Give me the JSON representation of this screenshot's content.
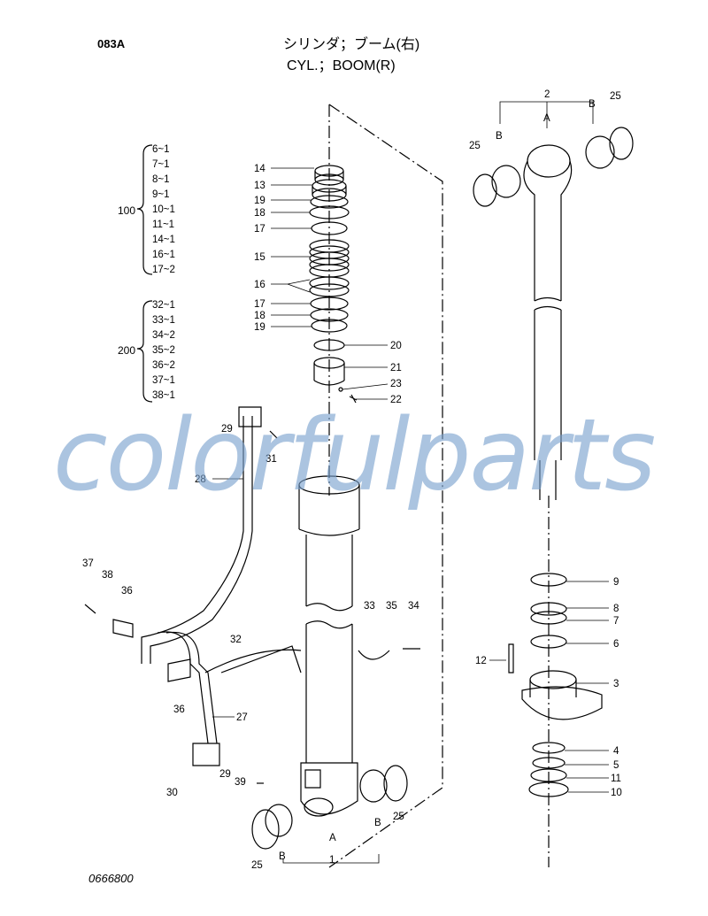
{
  "header": {
    "page_code": "083A",
    "title_jp": "シリンダ；ブーム(右)",
    "title_en": "CYL.；BOOM(R)"
  },
  "footer": {
    "drawing_number": "0666800"
  },
  "watermark": {
    "text": "colorfulparts",
    "color": "#78a0cd"
  },
  "kit_100": {
    "label": "100",
    "items": [
      "6~1",
      "7~1",
      "8~1",
      "9~1",
      "10~1",
      "11~1",
      "14~1",
      "16~1",
      "17~2"
    ]
  },
  "kit_200": {
    "label": "200",
    "items": [
      "32~1",
      "33~1",
      "34~2",
      "35~2",
      "36~2",
      "37~1",
      "38~1"
    ]
  },
  "callouts": {
    "c14": "14",
    "c13": "13",
    "c19a": "19",
    "c18a": "18",
    "c17a": "17",
    "c15": "15",
    "c16": "16",
    "c17b": "17",
    "c18b": "18",
    "c19b": "19",
    "c20": "20",
    "c21": "21",
    "c23": "23",
    "c22": "22",
    "c2": "2",
    "cA_top": "A",
    "cB_top_left": "B",
    "cB_top_right": "B",
    "c25_tl": "25",
    "c25_tr": "25",
    "c9": "9",
    "c8": "8",
    "c7": "7",
    "c6": "6",
    "c12": "12",
    "c3": "3",
    "c4": "4",
    "c5": "5",
    "c11": "11",
    "c10": "10",
    "c29a": "29",
    "c31": "31",
    "c28": "28",
    "c37": "37",
    "c38": "38",
    "c36a": "36",
    "c33": "33",
    "c35": "35",
    "c34": "34",
    "c32": "32",
    "c36b": "36",
    "c27": "27",
    "c30": "30",
    "c29b": "29",
    "c39": "39",
    "c25_bl": "25",
    "c25_br": "25",
    "cB_bot_left": "B",
    "cA_bot": "A",
    "cB_bot_right": "B",
    "c1": "1"
  }
}
